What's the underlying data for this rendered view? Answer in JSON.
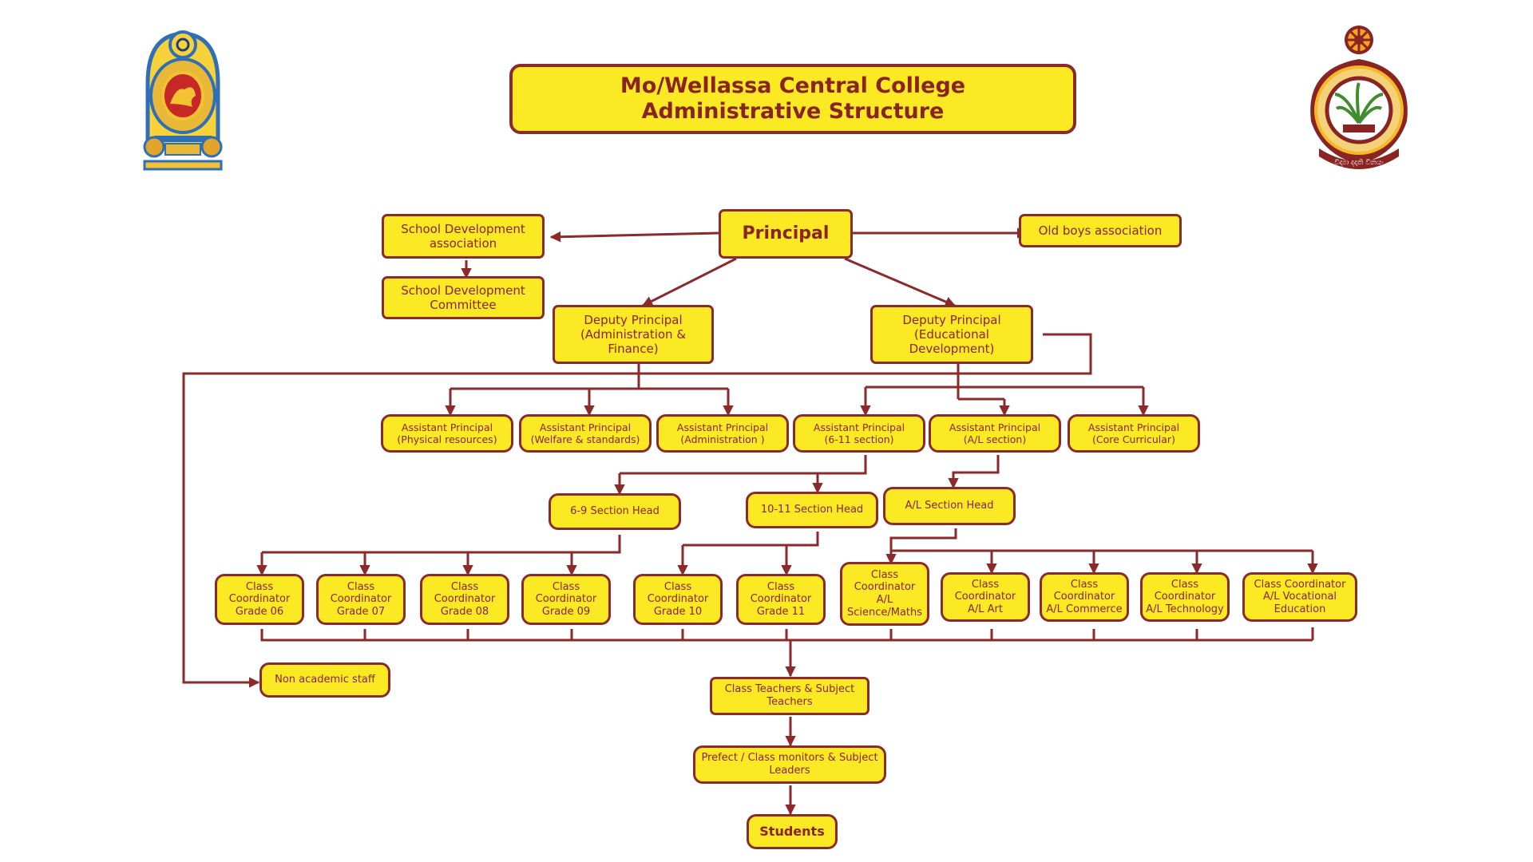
{
  "title": {
    "line1": "Mo/Wellassa Central College",
    "line2": "Administrative Structure"
  },
  "emblems": {
    "left": "sri-lanka-national-emblem",
    "right": "school-crest",
    "right_motto": "විද්‍යා දදාති විනයං"
  },
  "colors": {
    "box_fill": "#fbe924",
    "box_border": "#8a2a2a",
    "connector": "#8a2a2a",
    "text": "#8a2423"
  },
  "nodes": {
    "principal": "Principal",
    "sda": "School Development\nassociation",
    "sdc": "School Development\nCommittee",
    "oba": "Old boys association",
    "dp_admin": "Deputy Principal\n(Administration &\nFinance)",
    "dp_edu": "Deputy Principal\n(Educational\nDevelopment)",
    "ap_phys": "Assistant Principal\n(Physical resources)",
    "ap_welfare": "Assistant Principal\n(Welfare & standards)",
    "ap_admin": "Assistant Principal\n(Administration )",
    "ap_611": "Assistant Principal\n(6-11 section)",
    "ap_al": "Assistant Principal\n(A/L section)",
    "ap_core": "Assistant Principal\n(Core Curricular)",
    "sh_69": "6-9 Section Head",
    "sh_1011": "10-11 Section Head",
    "sh_al": "A/L Section Head",
    "cc_g06": "Class\nCoordinator\nGrade 06",
    "cc_g07": "Class\nCoordinator\nGrade 07",
    "cc_g08": "Class\nCoordinator\nGrade 08",
    "cc_g09": "Class\nCoordinator\nGrade 09",
    "cc_g10": "Class\nCoordinator\nGrade 10",
    "cc_g11": "Class\nCoordinator\nGrade 11",
    "cc_alsci": "Class\nCoordinator\nA/L\nScience/Maths",
    "cc_alart": "Class\nCoordinator\nA/L Art",
    "cc_alcom": "Class\nCoordinator\nA/L Commerce",
    "cc_altech": "Class\nCoordinator\nA/L Technology",
    "cc_alvoc": "Class Coordinator\nA/L Vocational\nEducation",
    "non_academic": "Non academic staff",
    "teachers": "Class Teachers & Subject\nTeachers",
    "prefects": "Prefect / Class monitors & Subject\nLeaders",
    "students": "Students"
  }
}
